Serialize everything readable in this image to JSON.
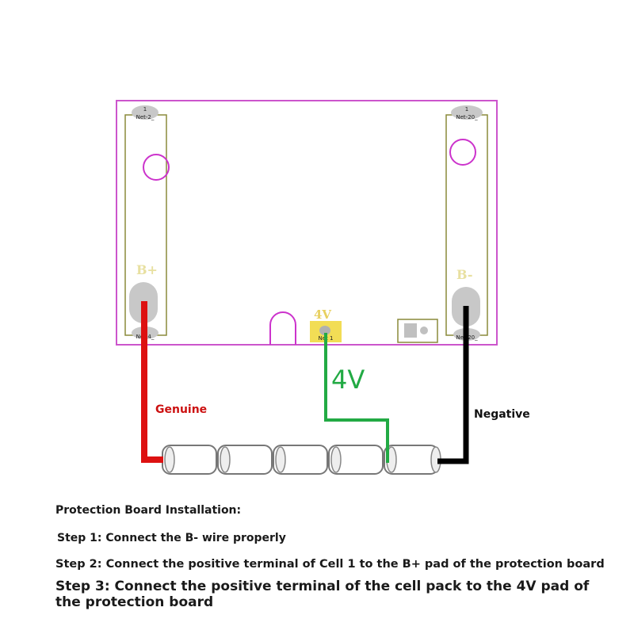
{
  "board": {
    "b_plus_label": "B+",
    "b_minus_label": "B-",
    "v4_pad_label": "4V",
    "left_pad_number": "1",
    "left_pad_net": "Net-2_",
    "right_pad_number": "1",
    "right_pad_net": "Net-20_",
    "center_pad_net": "Net 1",
    "left_bottom_net": "Net-4_",
    "right_bottom_net": "Net-20_"
  },
  "wires": {
    "v4_label": "4V",
    "positive_label": "Genuine",
    "negative_label": "Negative",
    "positive_color": "#dd1111",
    "v4_color": "#22aa44",
    "negative_color": "#000000"
  },
  "instructions": {
    "heading": "Protection Board Installation:",
    "step1": "Step 1: Connect the B- wire properly",
    "step2": "Step 2: Connect the positive terminal of Cell 1 to the B+ pad of the protection board",
    "step3": "Step 3: Connect the positive terminal of the cell pack to the 4V pad of the protection board"
  }
}
